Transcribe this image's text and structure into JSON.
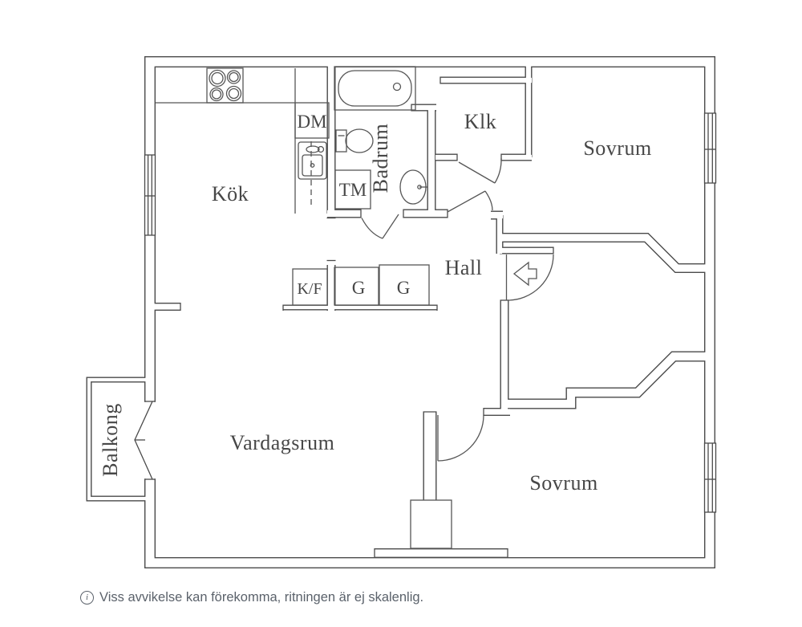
{
  "page": {
    "background": "#ffffff"
  },
  "plan": {
    "labels": {
      "kok": "Kök",
      "badrum": "Badrum",
      "klk": "Klk",
      "sovrum_top": "Sovrum",
      "hall": "Hall",
      "vardagsrum": "Vardagsrum",
      "sovrum_bottom": "Sovrum",
      "balkong": "Balkong",
      "dm": "DM",
      "tm": "TM",
      "kf": "K/F",
      "g1": "G",
      "g2": "G"
    },
    "colors": {
      "wall_line": "#4a4a4a",
      "fixture_line": "#565656",
      "label_text": "#474747",
      "footer_text": "#5b626b"
    }
  },
  "footer": {
    "icon_letter": "i",
    "disclaimer": "Viss avvikelse kan förekomma, ritningen är ej skalenlig."
  }
}
